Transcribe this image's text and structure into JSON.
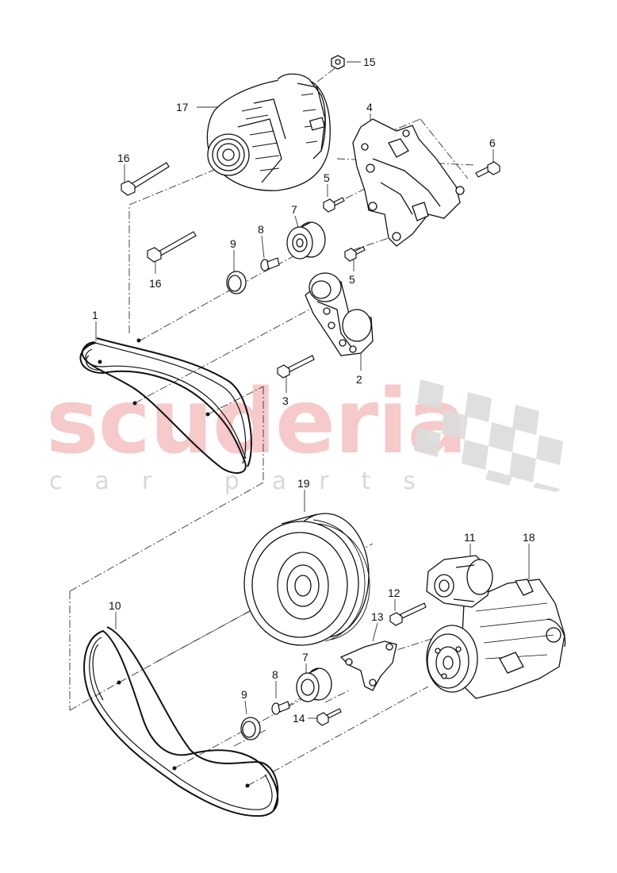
{
  "watermark": {
    "brand": "scuderia",
    "tagline": "car parts"
  },
  "callouts": [
    {
      "id": "c15",
      "text": "15"
    },
    {
      "id": "c17",
      "text": "17"
    },
    {
      "id": "c4",
      "text": "4"
    },
    {
      "id": "c16a",
      "text": "16"
    },
    {
      "id": "c6",
      "text": "6"
    },
    {
      "id": "c5a",
      "text": "5"
    },
    {
      "id": "c7a",
      "text": "7"
    },
    {
      "id": "c8a",
      "text": "8"
    },
    {
      "id": "c9a",
      "text": "9"
    },
    {
      "id": "c16b",
      "text": "16"
    },
    {
      "id": "c5b",
      "text": "5"
    },
    {
      "id": "c1",
      "text": "1"
    },
    {
      "id": "c2",
      "text": "2"
    },
    {
      "id": "c3",
      "text": "3"
    },
    {
      "id": "c19",
      "text": "19"
    },
    {
      "id": "c11",
      "text": "11"
    },
    {
      "id": "c18",
      "text": "18"
    },
    {
      "id": "c12",
      "text": "12"
    },
    {
      "id": "c13",
      "text": "13"
    },
    {
      "id": "c10",
      "text": "10"
    },
    {
      "id": "c7b",
      "text": "7"
    },
    {
      "id": "c8b",
      "text": "8"
    },
    {
      "id": "c9b",
      "text": "9"
    },
    {
      "id": "c14",
      "text": "14"
    }
  ]
}
